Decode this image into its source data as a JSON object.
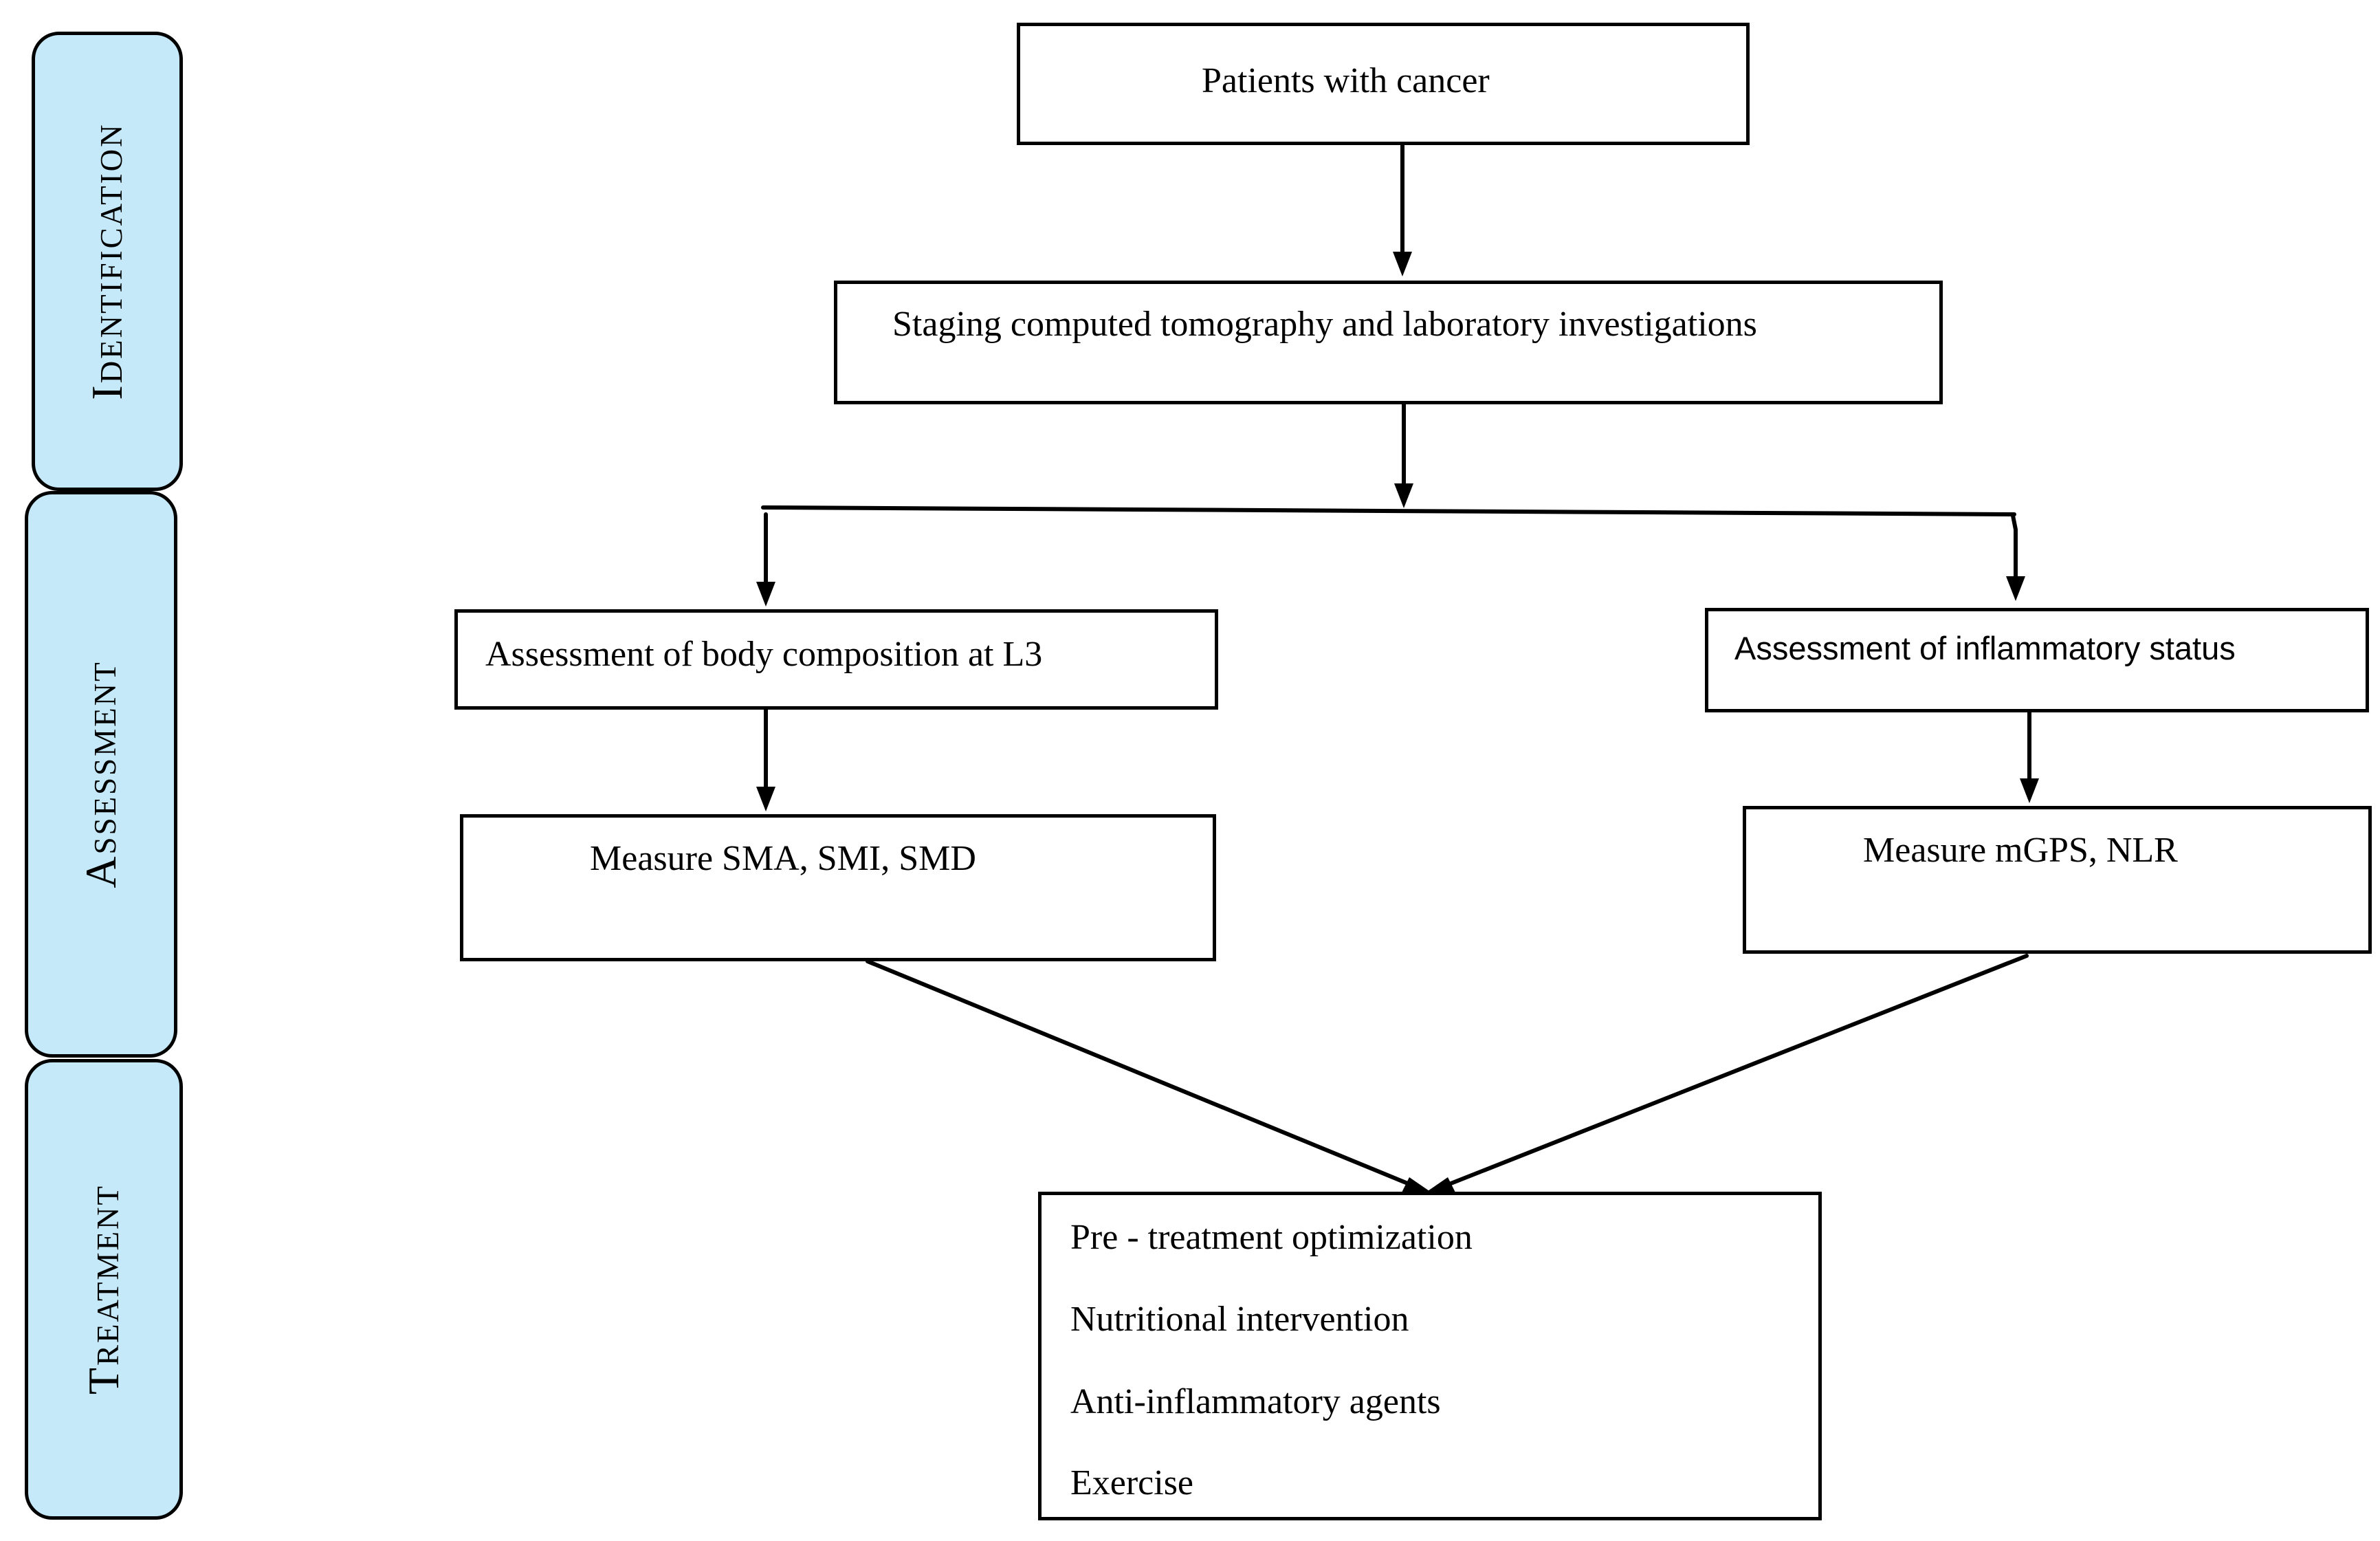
{
  "phases": {
    "identification": "Identification",
    "assessment": "Assessment",
    "treatment": "Treatment"
  },
  "nodes": {
    "patients": "Patients with cancer",
    "staging": "Staging computed tomography and laboratory investigations",
    "body_composition": "Assessment of body composition at L3",
    "inflammatory_status": "Assessment of inflammatory status",
    "measure_sma": "Measure SMA, SMI, SMD",
    "measure_mgps": "Measure mGPS, NLR",
    "treatment_items": [
      "Pre - treatment optimization",
      "Nutritional intervention",
      "Anti-inflammatory agents",
      "Exercise"
    ]
  },
  "colors": {
    "phase_fill": "#c5e9f8",
    "stroke": "#000000"
  }
}
